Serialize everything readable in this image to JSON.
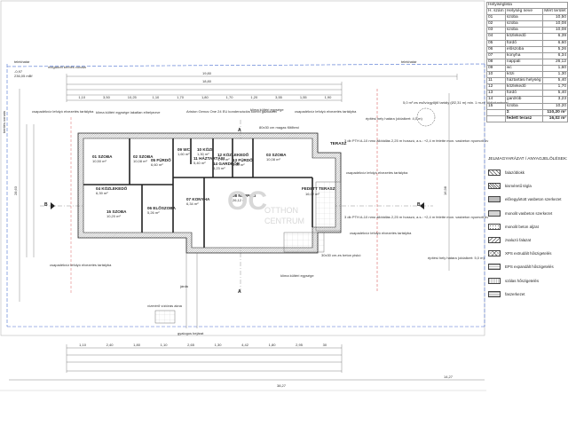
{
  "room_table": {
    "title": "Helyiséglista",
    "headers": [
      "H. szám",
      "Helység neve",
      "Mért terület"
    ],
    "rows": [
      {
        "no": "01",
        "name": "szoba",
        "area": "10,50"
      },
      {
        "no": "02",
        "name": "szoba",
        "area": "10,08"
      },
      {
        "no": "03",
        "name": "szoba",
        "area": "10,08"
      },
      {
        "no": "04",
        "name": "közlekedő",
        "area": "6,39"
      },
      {
        "no": "05",
        "name": "fürdő",
        "area": "6,60"
      },
      {
        "no": "06",
        "name": "előszoba",
        "area": "5,26"
      },
      {
        "no": "07",
        "name": "konyha",
        "area": "6,34"
      },
      {
        "no": "08",
        "name": "nappali",
        "area": "26,12"
      },
      {
        "no": "09",
        "name": "wc",
        "area": "1,60"
      },
      {
        "no": "10",
        "name": "közi",
        "area": "1,30"
      },
      {
        "no": "11",
        "name": "háztartási helység",
        "area": "5,40"
      },
      {
        "no": "12",
        "name": "közlekedő",
        "area": "1,70"
      },
      {
        "no": "13",
        "name": "fürdő",
        "area": "5,40"
      },
      {
        "no": "14",
        "name": "gardrób",
        "area": "3,23"
      },
      {
        "no": "15",
        "name": "szoba",
        "area": "10,20"
      }
    ],
    "total": {
      "name": "Σ",
      "area": "110,20 m²"
    },
    "terrace": {
      "name": "fedett terasz",
      "area": "16,02 m²"
    }
  },
  "legend": {
    "title": "JELMAGYARÁZAT / ANYAGJELÖLÉSEK:",
    "items": [
      {
        "label": "falazóblokk",
        "pattern": "hatch"
      },
      {
        "label": "kisméretű tégla",
        "pattern": "hatch2"
      },
      {
        "label": "előregyártott vasbeton szerkezet",
        "pattern": "grey"
      },
      {
        "label": "monolit vasbeton szerkezet",
        "pattern": "dots"
      },
      {
        "label": "monolit beton aljzat",
        "pattern": "dots2"
      },
      {
        "label": "zsaluzó falazat",
        "pattern": "hatch3"
      },
      {
        "label": "XPS extrudált hőszigetelés",
        "pattern": "cross"
      },
      {
        "label": "EPS expandált hőszigetelés",
        "pattern": "wave"
      },
      {
        "label": "szálas hőszigetelés",
        "pattern": "wave2"
      },
      {
        "label": "faszerkezet",
        "pattern": "wood"
      }
    ]
  },
  "plan": {
    "property_line_left": "telekhatár",
    "property_line_right": "telekhatár",
    "building_line": "megadott kerítés vonala",
    "side_boundary": "kerítés vonala",
    "top_level": "-0,97",
    "top_level_abs": "236,05 mBf",
    "dim_top_total": "19,80",
    "dim_top_sub": "18,80",
    "dim_right_total": "16,98",
    "dim_bottom_total": "38,27",
    "dim_bottom_right": "14,27",
    "dim_left_total": "28,63",
    "dim_top_row": [
      "1,10",
      "3,50",
      "10,25",
      "1,10",
      "1,70",
      "1,80",
      "1,70",
      "1,20",
      "3,55",
      "1,55",
      "1,90"
    ],
    "dim_bottom_row": [
      "1,10",
      "2,40",
      "1,80",
      "1,10",
      "2,65",
      "1,30",
      "4,42",
      "1,80",
      "2,95",
      "30"
    ],
    "boiler_note": "Ariston Genus One 24 EU kondenzációs kombi gázkazán",
    "heating_note": "80x30 cm magas fűtőtest",
    "rain_note_1": "csapadékvíz lefolyó elvezetés tartályba",
    "rain_note_2": "csapadékvíz lefolyó elvezetés tartályba",
    "rain_note_3": "csapadékvíz lefolyó elvezetés tartályba",
    "rain_note_4": "csapadékvíz lefolyó elvezetés tartályba",
    "rain_note_5": "csapadékvíz lefolyó elvezetés tartályba",
    "climate_1": "klíma kültéri egysége lakatlan elhelyezve",
    "climate_2": "klíma kültéri egysége",
    "climate_3": "klíma kültéri egysége",
    "parking_1": "3 db PTH A-10 nmo állótállás 2,25 m hosszú, a.s.: +2,4 m felette mon. vasbeton nyomott öv",
    "parking_2": "3 db PTH A-10 nmo állótállás 2,25 m hosszú, a.s.: +2,4 m felette mon. vasbeton nyomott öv",
    "tank_note": "5,0 m³-es esővízgyűjtő tartály (Ø2,31 m) min. 1 m-re földtakarással",
    "building_limit_1": "építési hely határa (oldalkert: 4,0 m)",
    "building_limit_2": "építési hely határa (oldalkert: 5,0 m)",
    "footpath": "járda",
    "water_meter": "vízmérő víziórás akna",
    "access": "gyalogos bejárat",
    "section_a": "A",
    "section_b": "B",
    "terrace_label": "TERASZ",
    "covered_terrace": "FEDETT TERASZ",
    "terrace_area": "16,02 m²",
    "paving": "30x30 cm-es beton piskó",
    "watermark_big": "OC",
    "watermark_text_1": "OTTHON",
    "watermark_text_2": "CENTRUM",
    "rooms": [
      {
        "name": "01 SZOBA",
        "area": "10,50 m²"
      },
      {
        "name": "02 SZOBA",
        "area": "10,08 m²"
      },
      {
        "name": "03 SZOBA",
        "area": "10,08 m²"
      },
      {
        "name": "04 KÖZLEKEDŐ",
        "area": "6,39 m²"
      },
      {
        "name": "05 FÜRDŐ",
        "area": "6,60 m²"
      },
      {
        "name": "06 ELŐSZOBA",
        "area": "5,26 m²"
      },
      {
        "name": "07 KONYHA",
        "area": "6,34 m²"
      },
      {
        "name": "08 NAPPALI",
        "area": "26,12 m²"
      },
      {
        "name": "09 WC",
        "area": "1,60 m²"
      },
      {
        "name": "10 KÖZI",
        "area": "1,30 m²"
      },
      {
        "name": "11 HÁZTARTÁSI",
        "area": "5,40 m²"
      },
      {
        "name": "12 KÖZLEKEDŐ",
        "area": "1,70 m²"
      },
      {
        "name": "13 FÜRDŐ",
        "area": "5,40 m²"
      },
      {
        "name": "14 GARDRÓB",
        "area": "3,23 m²"
      },
      {
        "name": "15 SZOBA",
        "area": "10,20 m²"
      }
    ]
  }
}
